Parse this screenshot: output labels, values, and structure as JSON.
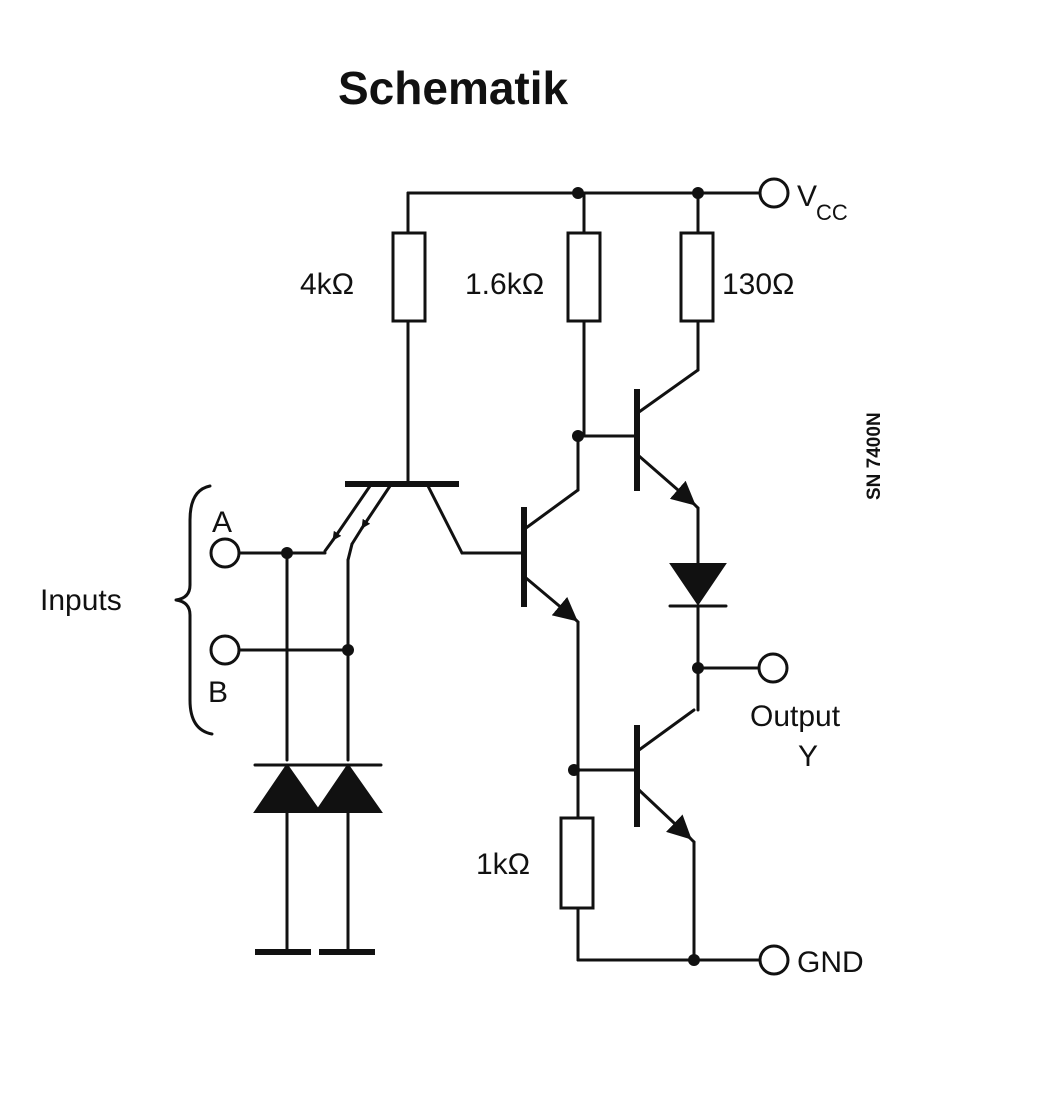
{
  "title": "Schematik",
  "part_number": "SN 7400N",
  "labels": {
    "vcc_main": "V",
    "vcc_sub": "CC",
    "gnd": "GND",
    "output_line1": "Output",
    "output_line2": "Y",
    "inputs": "Inputs",
    "input_a": "A",
    "input_b": "B"
  },
  "resistors": {
    "r1": "4kΩ",
    "r2": "1.6kΩ",
    "r3": "130Ω",
    "r4": "1kΩ"
  }
}
